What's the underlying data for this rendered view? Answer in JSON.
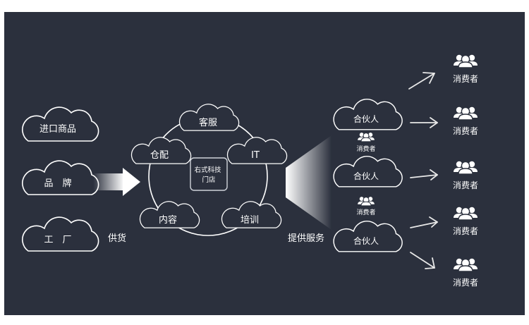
{
  "sources": {
    "imports": "进口商品",
    "brand": "品　牌",
    "factory": "工　厂",
    "supply_label": "供货"
  },
  "hub": {
    "center": "右式科技\n门店",
    "nodes": {
      "warehouse": "仓配",
      "service": "客服",
      "it": "IT",
      "content": "内容",
      "training": "培训"
    }
  },
  "service_label": "提供服务",
  "partners": [
    "合伙人",
    "合伙人",
    "合伙人"
  ],
  "partner_consumers": [
    "消费者",
    "消费者"
  ],
  "consumers": [
    "消费者",
    "消费者",
    "消费者",
    "消费者",
    "消费者"
  ],
  "colors": {
    "background": "#2b303d",
    "stroke": "#ffffff"
  }
}
